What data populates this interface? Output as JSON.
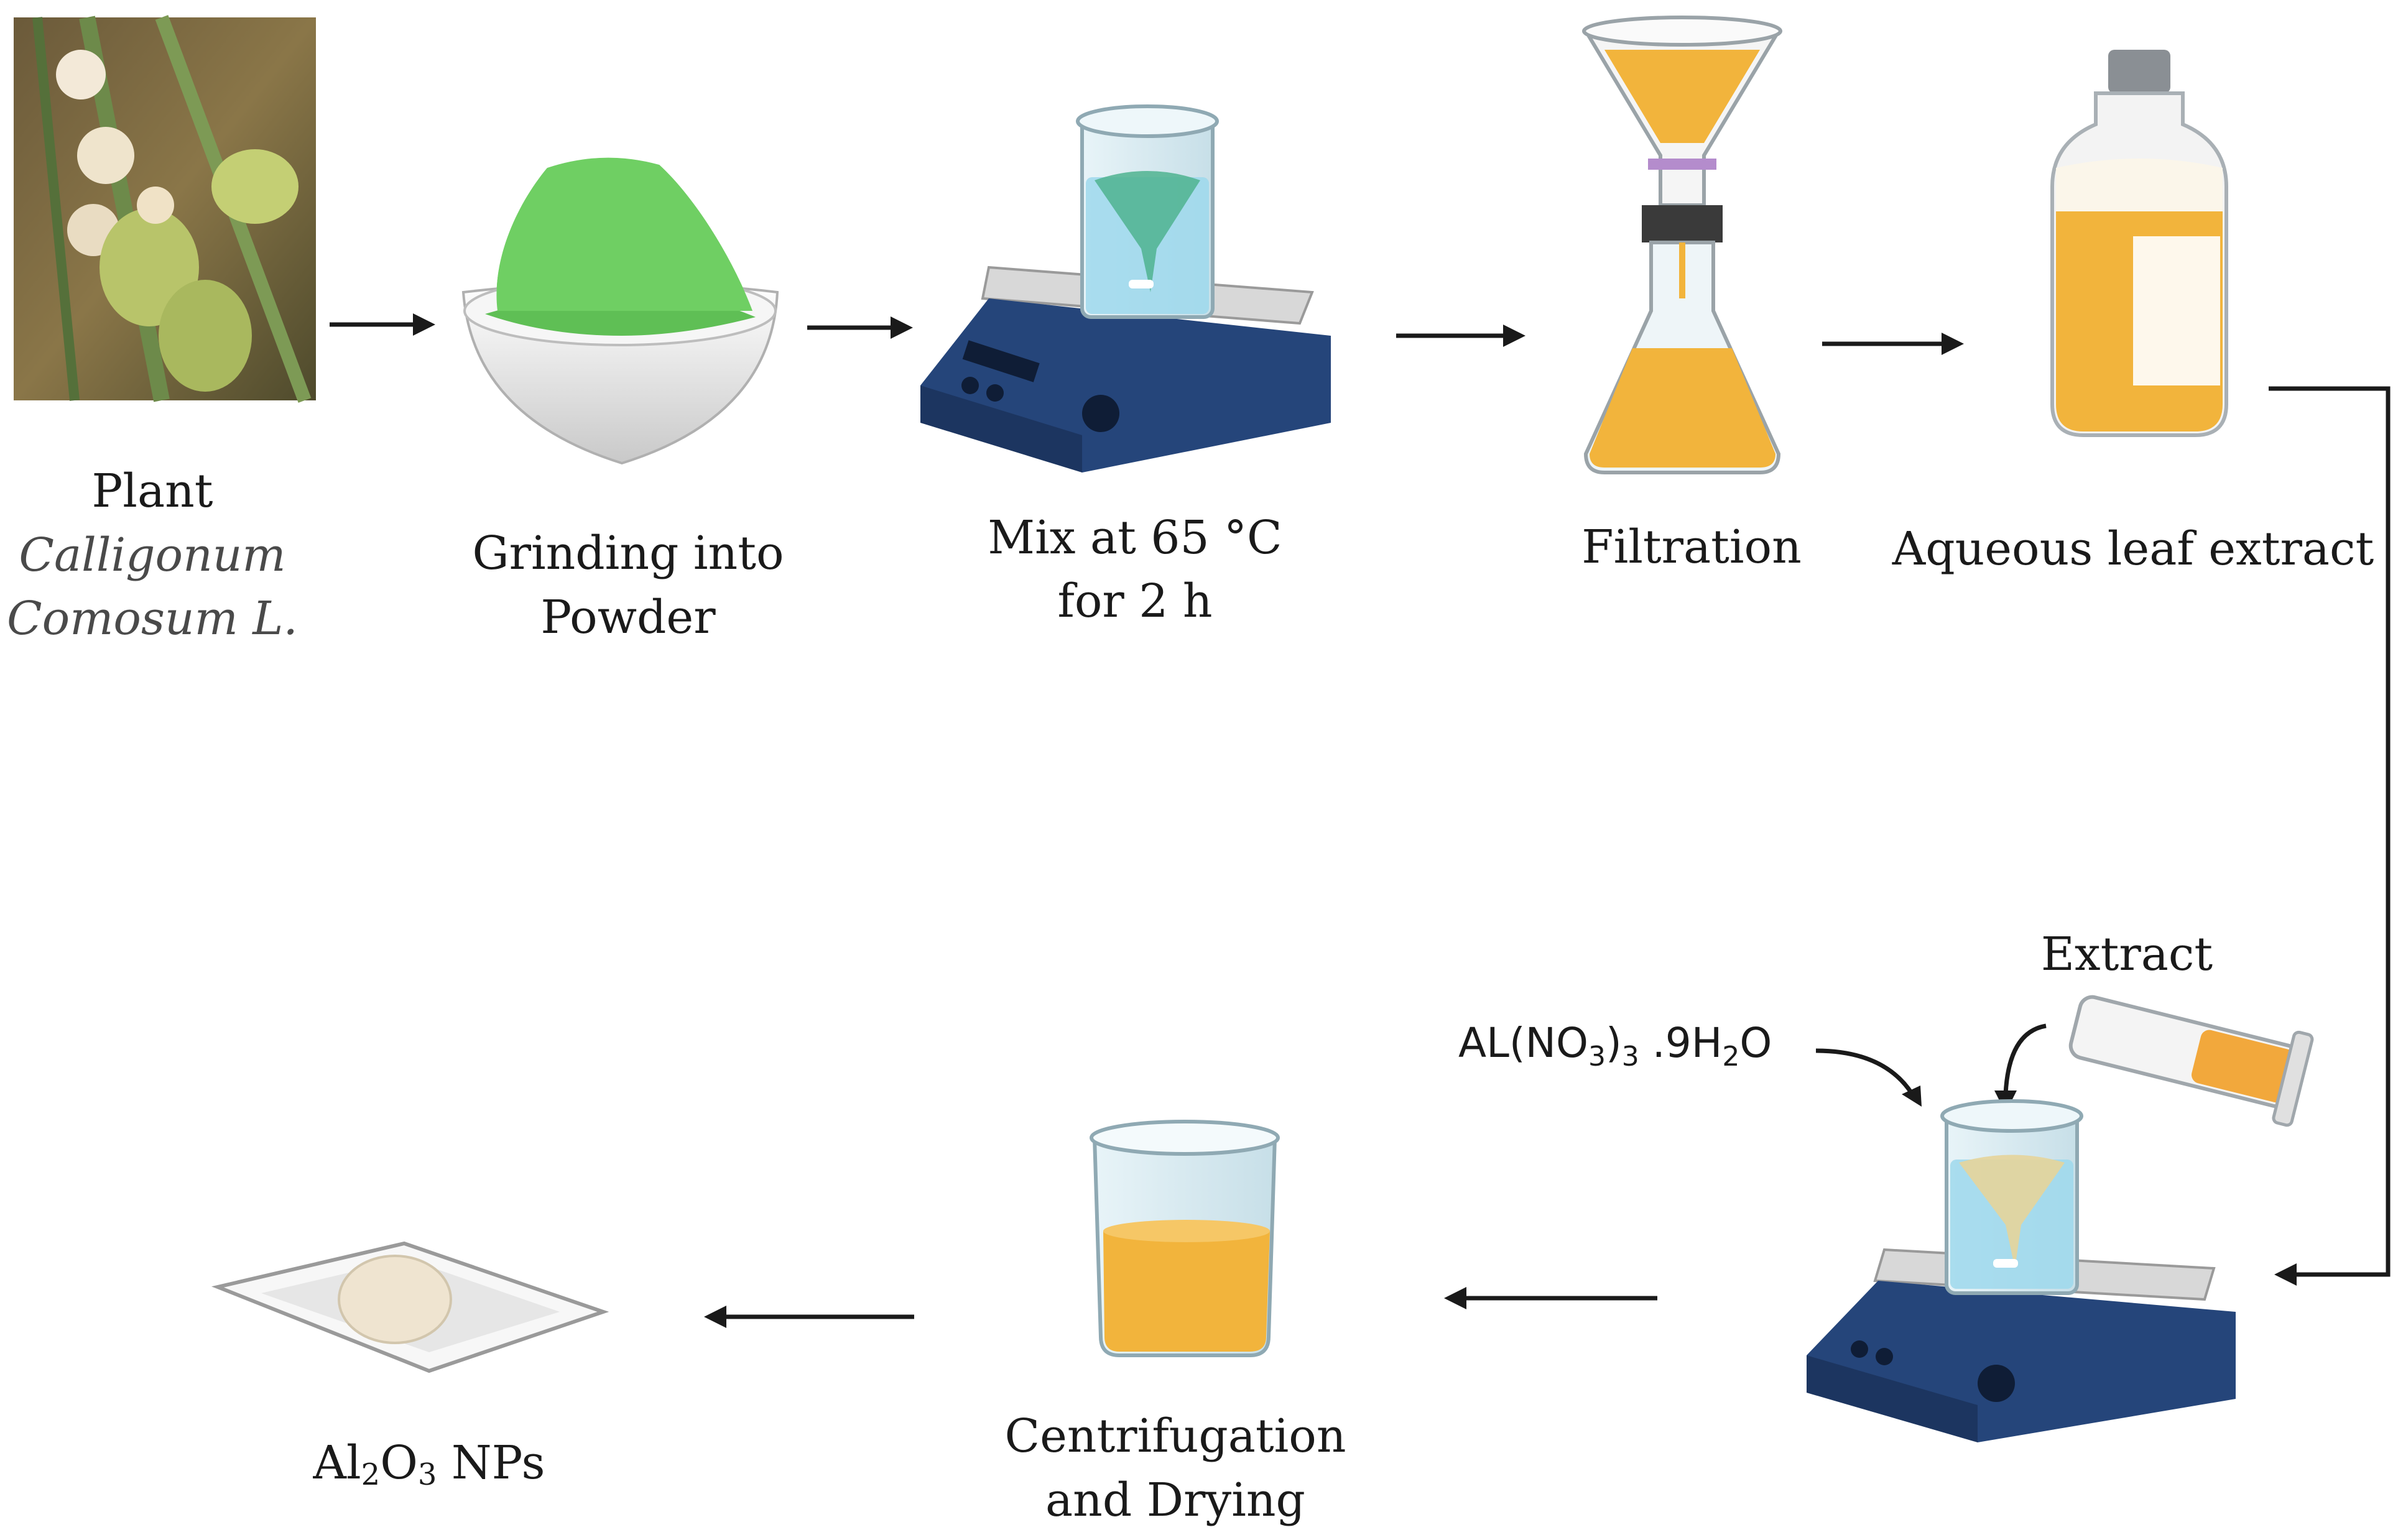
{
  "steps": {
    "plant": {
      "line1": "Plant",
      "line2": "Calligonum",
      "line3": "Comosum L."
    },
    "grinding": {
      "line1": "Grinding into",
      "line2": "Powder"
    },
    "mix": {
      "line1": "Mix at 65 °C",
      "line2": "for 2 h"
    },
    "filtration": {
      "line1": "Filtration"
    },
    "extract": {
      "line1": "Aqueous leaf extract"
    },
    "reagent": {
      "prefix": "AL(NO",
      "sub1": "3",
      "mid": ")",
      "sub2": "3",
      "suffix": " .9H",
      "sub3": "2",
      "end": "O"
    },
    "extract_input": {
      "label": "Extract"
    },
    "centrifugation": {
      "line1": "Centrifugation",
      "line2": "and Drying"
    },
    "product": {
      "prefix": "Al",
      "sub1": "2",
      "mid": "O",
      "sub2": "3",
      "suffix": " NPs"
    }
  },
  "colors": {
    "powder": "#66c95b",
    "extract": "#f2b43c",
    "liquid_blue": "#9ed8ec",
    "stirrer": "#25457a",
    "white_ware": "#eeeeee"
  }
}
